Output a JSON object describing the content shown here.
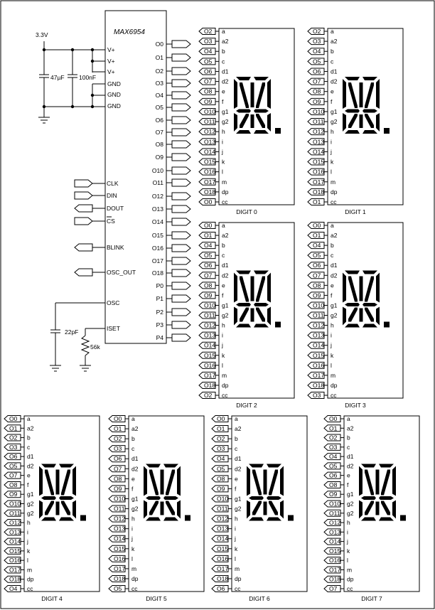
{
  "chip": {
    "name": "MAX6954",
    "left_pins": [
      "V+",
      "V+",
      "V+",
      "GND",
      "GND",
      "GND"
    ],
    "outputs": [
      "O0",
      "O1",
      "O2",
      "O3",
      "O4",
      "O5",
      "O6",
      "O7",
      "O8",
      "O9",
      "O10",
      "O11",
      "O12",
      "O13",
      "O14",
      "O15",
      "O16",
      "O17",
      "O18"
    ],
    "ports": [
      "P0",
      "P1",
      "P2",
      "P3",
      "P4"
    ]
  },
  "interface": {
    "clk": "CLK",
    "din": "DIN",
    "dout": "DOUT",
    "cs": "CS",
    "blink": "BLINK",
    "osc_out": "OSC_OUT",
    "osc": "OSC",
    "iset": "ISET"
  },
  "components": {
    "supply": "3.3V",
    "cap1": "47µF",
    "cap2": "100nF",
    "cap3": "22pF",
    "resistor": "56k"
  },
  "segment_names": [
    "a",
    "a2",
    "b",
    "c",
    "d1",
    "d2",
    "e",
    "f",
    "g1",
    "g2",
    "h",
    "i",
    "j",
    "k",
    "l",
    "m",
    "dp",
    "cc"
  ],
  "digits": [
    {
      "label": "DIGIT 0",
      "pins": [
        "O2",
        "O3",
        "O4",
        "O5",
        "O6",
        "O7",
        "O8",
        "O9",
        "O10",
        "O11",
        "O12",
        "O13",
        "O14",
        "O15",
        "O16",
        "O17",
        "O18",
        "O0"
      ]
    },
    {
      "label": "DIGIT 1",
      "pins": [
        "O2",
        "O3",
        "O4",
        "O5",
        "O6",
        "O7",
        "O8",
        "O9",
        "O10",
        "O11",
        "O12",
        "O13",
        "O14",
        "O15",
        "O16",
        "O17",
        "O18",
        "O1"
      ]
    },
    {
      "label": "DIGIT 2",
      "pins": [
        "O0",
        "O1",
        "O4",
        "O5",
        "O6",
        "O7",
        "O8",
        "O9",
        "O10",
        "O11",
        "O12",
        "O13",
        "O14",
        "O15",
        "O16",
        "O17",
        "O18",
        "O2"
      ]
    },
    {
      "label": "DIGIT 3",
      "pins": [
        "O0",
        "O1",
        "O4",
        "O5",
        "O6",
        "O7",
        "O8",
        "O9",
        "O10",
        "O11",
        "O12",
        "O13",
        "O14",
        "O15",
        "O16",
        "O17",
        "O18",
        "O3"
      ]
    },
    {
      "label": "DIGIT 4",
      "pins": [
        "O0",
        "O1",
        "O2",
        "O3",
        "O6",
        "O5",
        "O7",
        "O8",
        "O9",
        "O10",
        "O11",
        "O12",
        "O13",
        "O14",
        "O15",
        "O16",
        "O17",
        "O18",
        "O4"
      ]
    },
    {
      "label": "DIGIT 5",
      "pins": [
        "O0",
        "O1",
        "O2",
        "O3",
        "O6",
        "O7",
        "O8",
        "O9",
        "O10",
        "O11",
        "O12",
        "O13",
        "O14",
        "O15",
        "O16",
        "O17",
        "O18",
        "O5"
      ]
    },
    {
      "label": "DIGIT 6",
      "pins": [
        "O0",
        "O1",
        "O2",
        "O3",
        "O4",
        "O5",
        "O8",
        "O9",
        "O10",
        "O11",
        "O12",
        "O13",
        "O14",
        "O15",
        "O16",
        "O17",
        "O18",
        "O6"
      ]
    },
    {
      "label": "DIGIT 7",
      "pins": [
        "O0",
        "O1",
        "O2",
        "O3",
        "O4",
        "O5",
        "O6",
        "O8",
        "O9",
        "O10",
        "O11",
        "O12",
        "O13",
        "O14",
        "O15",
        "O16",
        "O17",
        "O18",
        "O7"
      ]
    }
  ]
}
